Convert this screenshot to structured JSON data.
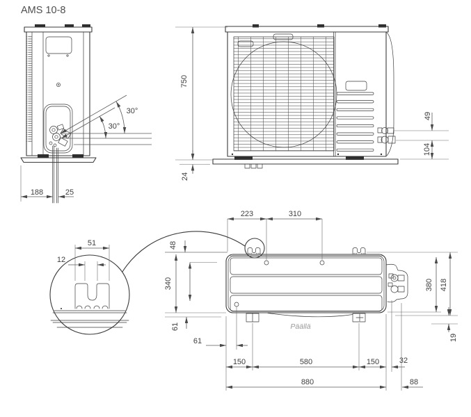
{
  "title": "AMS 10-8",
  "colors": {
    "line": "#3a3a3a",
    "dimension": "#5a5a5a",
    "dim_text": "#3f3f3f",
    "muted_text": "#9a9a9a",
    "background": "#ffffff"
  },
  "views": {
    "side": {
      "dims": {
        "base_width": "188",
        "pipe_offset": "25",
        "angle_upper": "30°",
        "angle_lower": "30°"
      }
    },
    "front": {
      "dims": {
        "height": "750",
        "foot_height": "24",
        "pipe_spacing": "49",
        "pipe_height": "104"
      }
    },
    "plan": {
      "surface_label": "Päällä",
      "dims": {
        "hole_from_left": "223",
        "hole_spacing": "310",
        "bracket_offset": "48",
        "depth": "340",
        "front_hole_vertical": "61",
        "front_hole_horizontal": "61",
        "foot_from_left": "150",
        "foot_spacing": "580",
        "foot_from_right": "150",
        "pipe_offset_small": "32",
        "total_width": "880",
        "pipe_offset_large": "88",
        "depth_inner": "380",
        "depth_outer": "418",
        "foot_protrusion": "19"
      }
    },
    "detail": {
      "dims": {
        "bracket_width": "51",
        "slot_width": "12"
      }
    }
  }
}
